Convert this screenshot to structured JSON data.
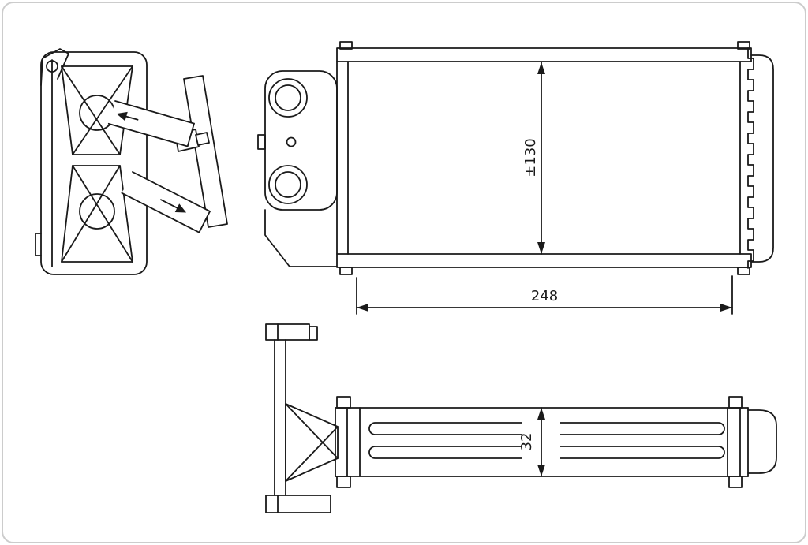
{
  "drawing": {
    "background": "#ffffff",
    "line_color": "#1a1a1a",
    "border_color": "#cccccc",
    "dimensions": {
      "height": "±130",
      "width": "248",
      "depth": "32"
    }
  }
}
